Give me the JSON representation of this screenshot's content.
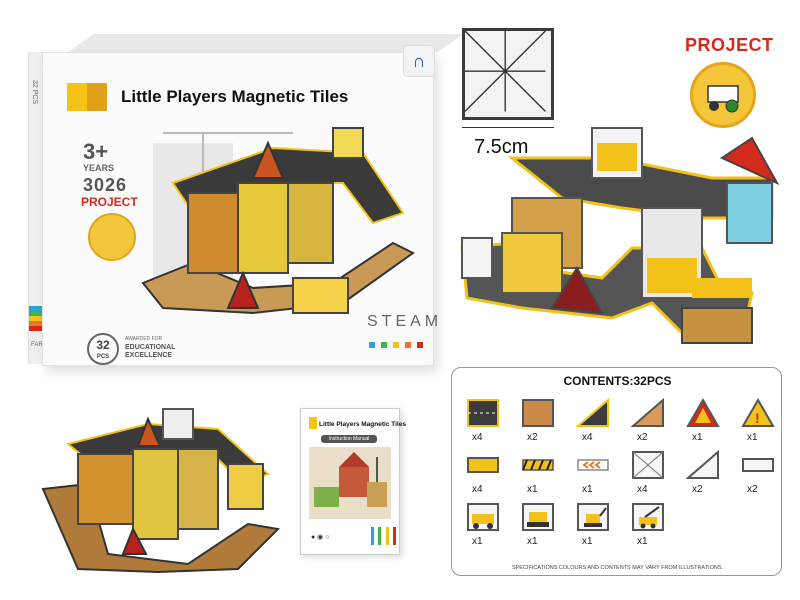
{
  "box": {
    "title": "Little Players Magnetic Tiles",
    "age": "3+",
    "years": "YEARS",
    "model": "3026",
    "project": "PROJECT",
    "steam": "STEAM",
    "pcs": "32",
    "pcs_unit": "PCS",
    "award_small": "AWARDED FOR",
    "award_line1": "EDUCATIONAL",
    "award_line2": "EXCELLENCE",
    "side_pcs": "32 PCS",
    "side_farm": "FARM",
    "steam_colors": [
      "#2aa3dc",
      "#3fb548",
      "#f2c21b",
      "#e8792b",
      "#d42a1e"
    ]
  },
  "tile_size": {
    "label": "7.5cm"
  },
  "project": {
    "label": "PROJECT"
  },
  "manual": {
    "title": "Little Players Magnetic Tiles",
    "subtitle": "Instruction Manual"
  },
  "contents": {
    "title": "CONTENTS:32PCS",
    "items": [
      {
        "icon": "road-square-tile-icon",
        "count": "x4"
      },
      {
        "icon": "dirt-square-tile-icon",
        "count": "x2"
      },
      {
        "icon": "road-triangle-tile-icon",
        "count": "x4"
      },
      {
        "icon": "dirt-triangle-tile-icon",
        "count": "x2"
      },
      {
        "icon": "warning-triangle-tile-icon",
        "count": "x1"
      },
      {
        "icon": "exclamation-triangle-tile-icon",
        "count": "x1"
      },
      {
        "icon": "yellow-rectangle-tile-icon",
        "count": "x4"
      },
      {
        "icon": "hazard-stripe-tile-icon",
        "count": "x1"
      },
      {
        "icon": "chevron-sign-tile-icon",
        "count": "x1"
      },
      {
        "icon": "clear-square-tile-icon",
        "count": "x4"
      },
      {
        "icon": "clear-triangle-tile-icon",
        "count": "x2"
      },
      {
        "icon": "clear-rectangle-tile-icon",
        "count": "x2"
      },
      {
        "icon": "cement-mixer-tile-icon",
        "count": "x1"
      },
      {
        "icon": "bulldozer-tile-icon",
        "count": "x1"
      },
      {
        "icon": "excavator-tile-icon",
        "count": "x1"
      },
      {
        "icon": "crane-truck-tile-icon",
        "count": "x1"
      }
    ],
    "footnote": "SPECIFICATIONS COLOURS AND CONTENTS MAY VARY FROM ILLUSTRATIONS."
  }
}
